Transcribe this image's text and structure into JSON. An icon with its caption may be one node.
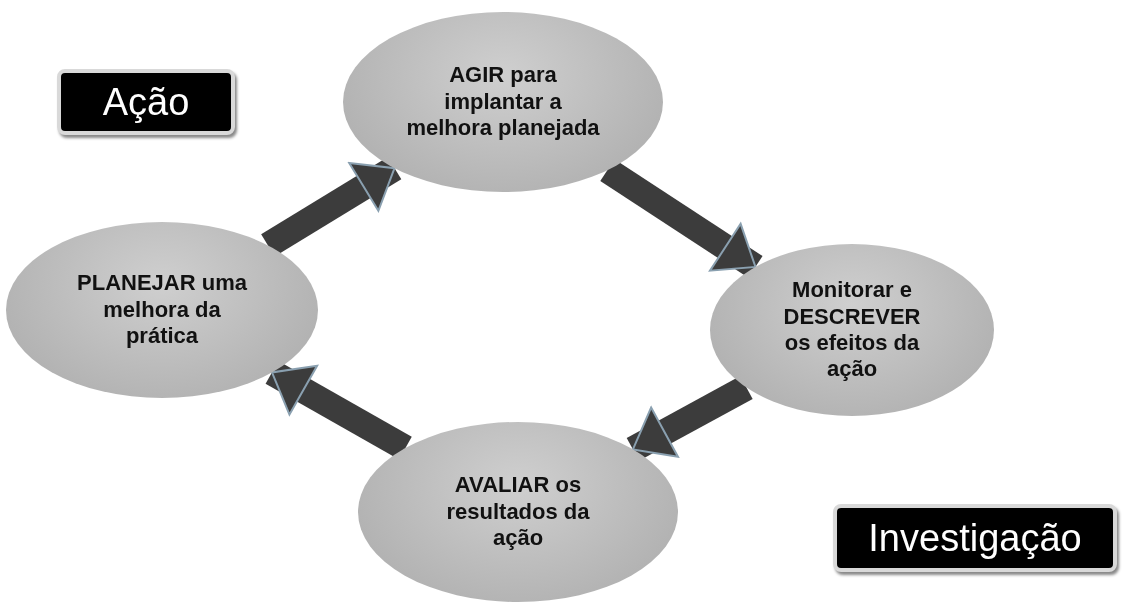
{
  "diagram": {
    "nodes": [
      {
        "text": [
          "AGIR para implantar a melhora planejada"
        ]
      },
      {
        "text": [
          "Monitorar e DESCREVER os efeitos da ação"
        ]
      },
      {
        "text": [
          "AVALIAR os resultados da ação"
        ]
      },
      {
        "text": [
          "PLANEJAR uma melhora da prática"
        ]
      },
      {
        "text": [
          "Ação"
        ]
      },
      {
        "text": [
          "Investigação"
        ]
      }
    ],
    "edges": [
      {
        "from": 3,
        "to": 0,
        "arrow": "to"
      },
      {
        "from": 0,
        "to": 1,
        "arrow": "to"
      },
      {
        "from": 1,
        "to": 2,
        "arrow": "to"
      },
      {
        "from": 2,
        "to": 3,
        "arrow": "to"
      }
    ]
  }
}
